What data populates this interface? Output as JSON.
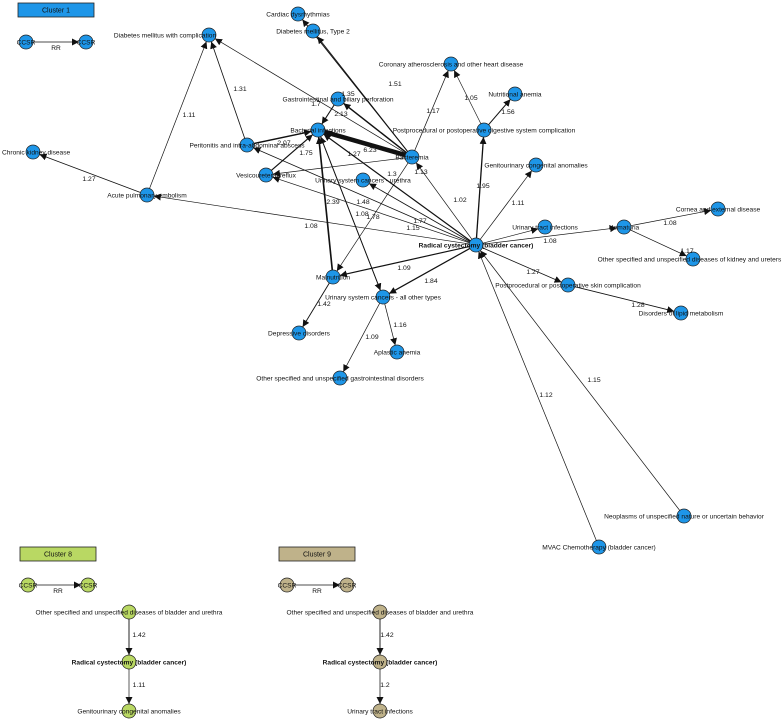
{
  "colors": {
    "cluster1": "#1e96e8",
    "cluster8": "#b9d863",
    "cluster9": "#bfb28a",
    "stroke": "#222222"
  },
  "legend": {
    "node_label": "CCSR",
    "edge_label": "RR"
  },
  "clusters": [
    {
      "title": "Cluster 1",
      "color": "#1e96e8",
      "nodes": [
        {
          "id": "diabetes_comp",
          "label": "Diabetes mellitus with complication",
          "bold": false
        },
        {
          "id": "diabetes_t2",
          "label": "Diabetes mellitus, Type 2",
          "bold": false
        },
        {
          "id": "cardiac",
          "label": "Cardiac dysrhythmias",
          "bold": false
        },
        {
          "id": "coronary",
          "label": "Coronary atherosclerosis and other heart disease",
          "bold": false
        },
        {
          "id": "nutritional",
          "label": "Nutritional anemia",
          "bold": false
        },
        {
          "id": "gi_biliary",
          "label": "Gastrointestinal and biliary perforation",
          "bold": false
        },
        {
          "id": "bacterial",
          "label": "Bacterial infections",
          "bold": false
        },
        {
          "id": "peritonitis",
          "label": "Peritonitis and intra-abdominal abscess",
          "bold": false
        },
        {
          "id": "postproc_digestive",
          "label": "Postprocedural or postoperative digestive system complication",
          "bold": false
        },
        {
          "id": "bacteremia",
          "label": "Bacteremia",
          "bold": false
        },
        {
          "id": "chronic_kidney",
          "label": "Chronic kidney disease",
          "bold": false
        },
        {
          "id": "vesicoureteral",
          "label": "Vesicoureteral reflux",
          "bold": false
        },
        {
          "id": "uro_urethra",
          "label": "Urinary system cancers - urethra",
          "bold": false
        },
        {
          "id": "genito_congenital",
          "label": "Genitourinary congenital anomalies",
          "bold": false
        },
        {
          "id": "pulmonary",
          "label": "Acute pulmonary embolism",
          "bold": false
        },
        {
          "id": "cornea",
          "label": "Cornea and external disease",
          "bold": false
        },
        {
          "id": "uti",
          "label": "Urinary tract infections",
          "bold": false
        },
        {
          "id": "hematuria",
          "label": "Hematuria",
          "bold": false
        },
        {
          "id": "cystectomy",
          "label": "Radical cystectomy (bladder cancer)",
          "bold": true
        },
        {
          "id": "other_kidney",
          "label": "Other specified and unspecified diseases of kidney and ureters",
          "bold": false
        },
        {
          "id": "malnutrition",
          "label": "Malnutrition",
          "bold": false
        },
        {
          "id": "uro_other",
          "label": "Urinary system cancers - all other types",
          "bold": false
        },
        {
          "id": "postproc_skin",
          "label": "Postprocedural or postoperative skin complication",
          "bold": false
        },
        {
          "id": "lipid",
          "label": "Disorders of lipid metabolism",
          "bold": false
        },
        {
          "id": "depressive",
          "label": "Depressive disorders",
          "bold": false
        },
        {
          "id": "aplastic",
          "label": "Aplastic anemia",
          "bold": false
        },
        {
          "id": "other_gi",
          "label": "Other specified and unspecified gastrointestinal disorders",
          "bold": false
        },
        {
          "id": "neoplasms",
          "label": "Neoplasms of unspecified nature or uncertain behavior",
          "bold": false
        },
        {
          "id": "mvac",
          "label": "MVAC Chemotherapy (bladder cancer)",
          "bold": false
        }
      ],
      "edges": [
        {
          "from": "pulmonary",
          "to": "diabetes_comp",
          "rr": "1.11"
        },
        {
          "from": "peritonitis",
          "to": "diabetes_comp",
          "rr": "1.31"
        },
        {
          "from": "bacteremia",
          "to": "diabetes_comp",
          "rr": ""
        },
        {
          "from": "bacteremia",
          "to": "diabetes_t2",
          "rr": "1.35"
        },
        {
          "from": "bacteremia",
          "to": "cardiac",
          "rr": "1.51"
        },
        {
          "from": "bacteremia",
          "to": "coronary",
          "rr": "1.17"
        },
        {
          "from": "postproc_digestive",
          "to": "coronary",
          "rr": "1.05"
        },
        {
          "from": "postproc_digestive",
          "to": "nutritional",
          "rr": "1.56"
        },
        {
          "from": "bacteremia",
          "to": "gi_biliary",
          "rr": "2.13"
        },
        {
          "from": "bacteremia",
          "to": "bacterial",
          "rr": "6.23"
        },
        {
          "from": "gi_biliary",
          "to": "bacterial",
          "rr": "1.7"
        },
        {
          "from": "peritonitis",
          "to": "bacterial",
          "rr": "2.07"
        },
        {
          "from": "vesicoureteral",
          "to": "bacterial",
          "rr": "1.75"
        },
        {
          "from": "malnutrition",
          "to": "bacterial",
          "rr": "2.39"
        },
        {
          "from": "uro_other",
          "to": "bacterial",
          "rr": "1.48"
        },
        {
          "from": "cystectomy",
          "to": "bacterial",
          "rr": "1.78"
        },
        {
          "from": "cystectomy",
          "to": "peritonitis",
          "rr": "1.27"
        },
        {
          "from": "bacteremia",
          "to": "vesicoureteral",
          "rr": ""
        },
        {
          "from": "pulmonary",
          "to": "chronic_kidney",
          "rr": "1.27"
        },
        {
          "from": "cystectomy",
          "to": "pulmonary",
          "rr": "1.08"
        },
        {
          "from": "cystectomy",
          "to": "uro_urethra",
          "rr": "1.3"
        },
        {
          "from": "cystectomy",
          "to": "bacteremia",
          "rr": "1.13"
        },
        {
          "from": "cystectomy",
          "to": "postproc_digestive",
          "rr": "1.95"
        },
        {
          "from": "cystectomy",
          "to": "genito_congenital",
          "rr": "1.11"
        },
        {
          "from": "cystectomy",
          "to": "uti",
          "rr": "1.02"
        },
        {
          "from": "cystectomy",
          "to": "hematuria",
          "rr": "1.08"
        },
        {
          "from": "hematuria",
          "to": "cornea",
          "rr": "1.08"
        },
        {
          "from": "hematuria",
          "to": "other_kidney",
          "rr": "1.17"
        },
        {
          "from": "cystectomy",
          "to": "vesicoureteral",
          "rr": "1.15"
        },
        {
          "from": "cystectomy",
          "to": "malnutrition",
          "rr": "1.77"
        },
        {
          "from": "cystectomy",
          "to": "uro_other",
          "rr": "1.84"
        },
        {
          "from": "cystectomy",
          "to": "postproc_skin",
          "rr": "1.27"
        },
        {
          "from": "postproc_skin",
          "to": "lipid",
          "rr": "1.28"
        },
        {
          "from": "bacteremia",
          "to": "malnutrition",
          "rr": "1.08"
        },
        {
          "from": "malnutrition",
          "to": "depressive",
          "rr": "1.42"
        },
        {
          "from": "uro_other",
          "to": "aplastic",
          "rr": "1.16"
        },
        {
          "from": "uro_other",
          "to": "other_gi",
          "rr": "1.09"
        },
        {
          "from": "bacterial",
          "to": "uro_other",
          "rr": "1.09"
        },
        {
          "from": "neoplasms",
          "to": "cystectomy",
          "rr": "1.15"
        },
        {
          "from": "mvac",
          "to": "cystectomy",
          "rr": "1.12"
        }
      ]
    },
    {
      "title": "Cluster 8",
      "color": "#b9d863",
      "nodes": [
        {
          "id": "c8_bladder",
          "label": "Other specified and unspecified diseases of bladder and urethra",
          "bold": false
        },
        {
          "id": "c8_cystectomy",
          "label": "Radical cystectomy (bladder cancer)",
          "bold": true
        },
        {
          "id": "c8_genito",
          "label": "Genitourinary congenital anomalies",
          "bold": false
        }
      ],
      "edges": [
        {
          "from": "c8_bladder",
          "to": "c8_cystectomy",
          "rr": "1.42"
        },
        {
          "from": "c8_cystectomy",
          "to": "c8_genito",
          "rr": "1.11"
        }
      ]
    },
    {
      "title": "Cluster 9",
      "color": "#bfb28a",
      "nodes": [
        {
          "id": "c9_bladder",
          "label": "Other specified and unspecified diseases of bladder and urethra",
          "bold": false
        },
        {
          "id": "c9_cystectomy",
          "label": "Radical cystectomy (bladder cancer)",
          "bold": true
        },
        {
          "id": "c9_uti",
          "label": "Urinary tract infections",
          "bold": false
        }
      ],
      "edges": [
        {
          "from": "c9_bladder",
          "to": "c9_cystectomy",
          "rr": "1.42"
        },
        {
          "from": "c9_cystectomy",
          "to": "c9_uti",
          "rr": "1.2"
        }
      ]
    }
  ]
}
